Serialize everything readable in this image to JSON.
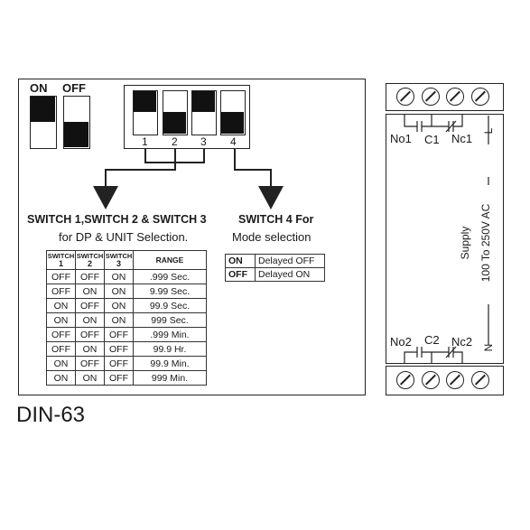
{
  "legend": {
    "on": "ON",
    "off": "OFF"
  },
  "dip_numbers": [
    "1",
    "2",
    "3",
    "4"
  ],
  "heading_left": "SWITCH 1,SWITCH 2 & SWITCH 3",
  "sub_left": "for DP & UNIT Selection.",
  "heading_right": "SWITCH 4 For",
  "sub_right": "Mode selection",
  "range_table": {
    "headers": [
      [
        "SWITCH",
        "1"
      ],
      [
        "SWITCH",
        "2"
      ],
      [
        "SWITCH",
        "3"
      ],
      [
        "RANGE"
      ]
    ],
    "rows": [
      [
        "OFF",
        "OFF",
        "ON",
        ".999 Sec."
      ],
      [
        "OFF",
        "ON",
        "ON",
        "9.99 Sec."
      ],
      [
        "ON",
        "OFF",
        "ON",
        "99.9 Sec."
      ],
      [
        "ON",
        "ON",
        "ON",
        "999 Sec."
      ],
      [
        "OFF",
        "OFF",
        "OFF",
        ".999 Min."
      ],
      [
        "OFF",
        "ON",
        "OFF",
        "99.9 Hr."
      ],
      [
        "ON",
        "OFF",
        "OFF",
        "99.9 Min."
      ],
      [
        "ON",
        "ON",
        "OFF",
        "999 Min."
      ]
    ]
  },
  "mode_table": {
    "rows": [
      [
        "ON",
        "Delayed OFF"
      ],
      [
        "OFF",
        "Delayed ON"
      ]
    ]
  },
  "model": "DIN-63",
  "terminal": {
    "top_labels": {
      "no": "No1",
      "c": "C1",
      "nc": "Nc1",
      "l": "L"
    },
    "bottom_labels": {
      "no": "No2",
      "c": "C2",
      "nc": "Nc2",
      "n": "N"
    },
    "supply_line1": "Supply",
    "supply_line2": "100 To 250V AC"
  }
}
